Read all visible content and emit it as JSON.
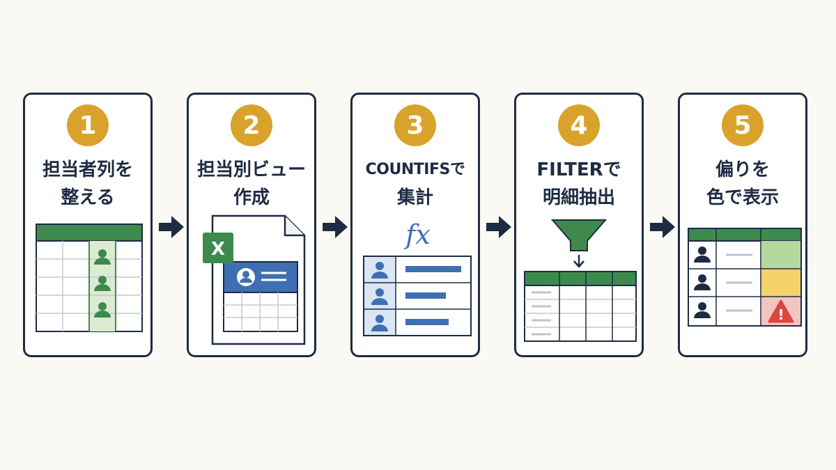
{
  "steps": [
    {
      "number": "1",
      "title_line1": "担当者列を",
      "title_line2": "整える"
    },
    {
      "number": "2",
      "title_line1": "担当別ビュー",
      "title_line2": "作成",
      "icon_letter": "X"
    },
    {
      "number": "3",
      "title_line1": "COUNTIFSで",
      "title_line2": "集計",
      "formula_symbol": "fx"
    },
    {
      "number": "4",
      "title_line1": "FILTERで",
      "title_line2": "明細抽出"
    },
    {
      "number": "5",
      "title_line1": "偏りを",
      "title_line2": "色で表示",
      "warning_symbol": "!"
    }
  ],
  "colors": {
    "navy": "#1d2b43",
    "badge": "#d9a22b",
    "green": "#3d8a4c",
    "light_green": "#dcebd2",
    "blue": "#3f6fb3",
    "light_blue": "#dbe6f5",
    "status_green": "#b5d99c",
    "status_yellow": "#f7d26a",
    "status_red": "#f2c6c0",
    "alert_red": "#d9473d"
  }
}
